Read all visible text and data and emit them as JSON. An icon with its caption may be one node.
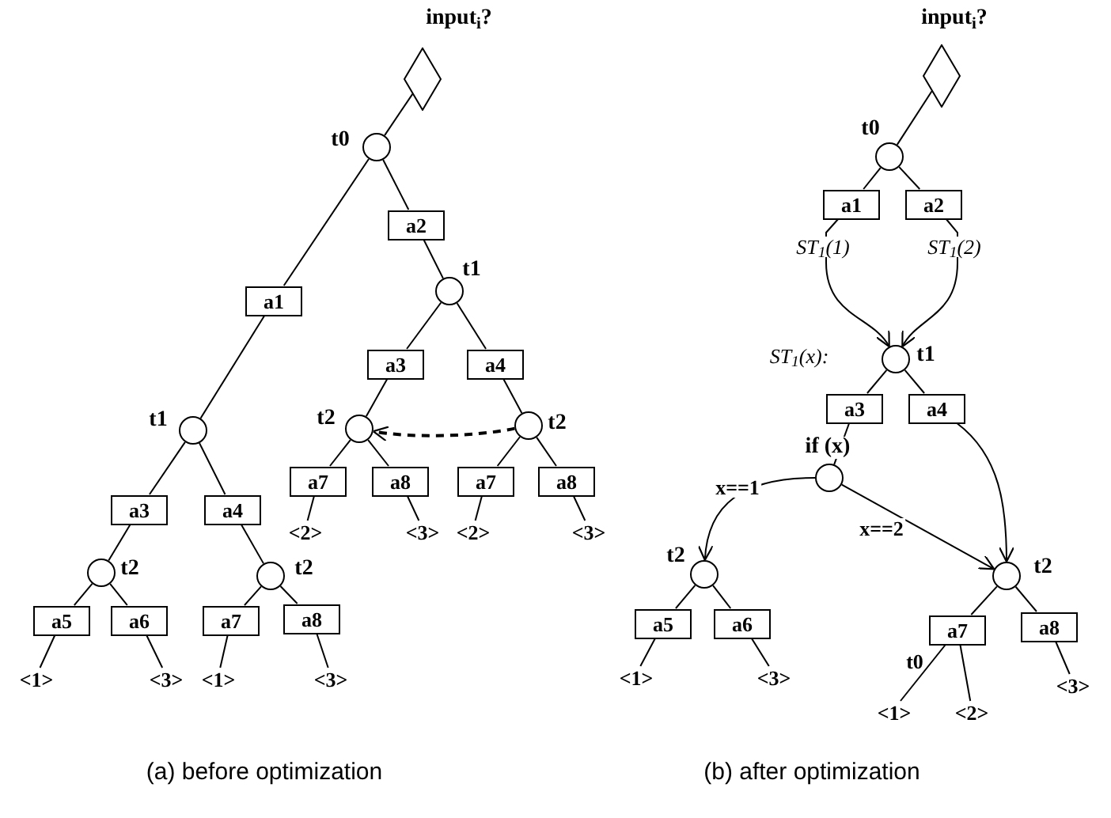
{
  "diagram": {
    "nodes": [
      {
        "text": [],
        "shape": "diamond",
        "beside": [
          "input$_{i}$?"
        ]
      },
      {
        "text": [],
        "shape": "circle",
        "beside": [
          "t0"
        ]
      },
      {
        "text": [
          "a2"
        ]
      },
      {
        "text": [
          "a1"
        ]
      },
      {
        "text": [],
        "shape": "circle",
        "beside": [
          "t1"
        ]
      },
      {
        "text": [
          "a3"
        ]
      },
      {
        "text": [
          "a4"
        ]
      },
      {
        "text": [],
        "shape": "circle",
        "beside": [
          "t1"
        ]
      },
      {
        "text": [],
        "shape": "circle",
        "beside": [
          "t2"
        ]
      },
      {
        "text": [],
        "shape": "circle",
        "beside": [
          "t2"
        ]
      },
      {
        "text": [
          "a7"
        ]
      },
      {
        "text": [
          "a8"
        ]
      },
      {
        "text": [
          "a7"
        ]
      },
      {
        "text": [
          "a8"
        ]
      },
      {
        "text": [
          "<2>"
        ]
      },
      {
        "text": [
          "<3>"
        ]
      },
      {
        "text": [
          "<2>"
        ]
      },
      {
        "text": [
          "<3>"
        ]
      },
      {
        "text": [
          "a3"
        ]
      },
      {
        "text": [
          "a4"
        ]
      },
      {
        "text": [],
        "shape": "circle",
        "beside": [
          "t2"
        ]
      },
      {
        "text": [],
        "shape": "circle",
        "beside": [
          "t2"
        ]
      },
      {
        "text": [
          "a5"
        ]
      },
      {
        "text": [
          "a6"
        ]
      },
      {
        "text": [
          "a7"
        ]
      },
      {
        "text": [
          "a8"
        ]
      },
      {
        "text": [
          "<1>"
        ]
      },
      {
        "text": [
          "<3>"
        ]
      },
      {
        "text": [
          "<1>"
        ]
      },
      {
        "text": [
          "<3>"
        ]
      },
      {
        "text": [],
        "shape": "diamond",
        "beside": [
          "input$_{i}$?"
        ]
      },
      {
        "text": [],
        "shape": "circle",
        "beside": [
          "t0"
        ]
      },
      {
        "text": [
          "a1"
        ]
      },
      {
        "text": [
          "a2"
        ]
      },
      {
        "text": [],
        "shape": "circle",
        "beside": [
          "t1"
        ]
      },
      {
        "text": [
          "a3"
        ]
      },
      {
        "text": [
          "a4"
        ]
      },
      {
        "text": [],
        "shape": "circle",
        "beside": [
          "if (x)"
        ]
      },
      {
        "text": [],
        "shape": "circle",
        "beside": [
          "t2"
        ]
      },
      {
        "text": [],
        "shape": "circle",
        "beside": [
          "t2"
        ]
      },
      {
        "text": [
          "a5"
        ]
      },
      {
        "text": [
          "a6"
        ]
      },
      {
        "text": [
          "a7"
        ]
      },
      {
        "text": [
          "a8"
        ]
      },
      {
        "text": [
          "<1>"
        ]
      },
      {
        "text": [
          "<3>"
        ]
      },
      {
        "text": [
          "<1>"
        ]
      },
      {
        "text": [
          "<2>"
        ]
      },
      {
        "text": [
          "<3>"
        ]
      }
    ],
    "edges": [
      {
        "from": 0,
        "to": 1,
        "arrow": "none"
      },
      {
        "from": 1,
        "to": 3,
        "arrow": "none"
      },
      {
        "from": 1,
        "to": 2,
        "arrow": "none"
      },
      {
        "from": 3,
        "to": 7,
        "arrow": "none"
      },
      {
        "from": 2,
        "to": 4,
        "arrow": "none"
      },
      {
        "from": 4,
        "to": 5,
        "arrow": "none"
      },
      {
        "from": 4,
        "to": 6,
        "arrow": "none"
      },
      {
        "from": 5,
        "to": 8,
        "arrow": "none"
      },
      {
        "from": 6,
        "to": 9,
        "arrow": "none"
      },
      {
        "from": 9,
        "to": 8,
        "arrow": "to",
        "style": "dashed"
      },
      {
        "from": 8,
        "to": 10,
        "arrow": "none"
      },
      {
        "from": 8,
        "to": 11,
        "arrow": "none"
      },
      {
        "from": 9,
        "to": 12,
        "arrow": "none"
      },
      {
        "from": 9,
        "to": 13,
        "arrow": "none"
      },
      {
        "from": 10,
        "to": 14,
        "arrow": "none"
      },
      {
        "from": 11,
        "to": 15,
        "arrow": "none"
      },
      {
        "from": 12,
        "to": 16,
        "arrow": "none"
      },
      {
        "from": 13,
        "to": 17,
        "arrow": "none"
      },
      {
        "from": 7,
        "to": 18,
        "arrow": "none"
      },
      {
        "from": 7,
        "to": 19,
        "arrow": "none"
      },
      {
        "from": 18,
        "to": 20,
        "arrow": "none"
      },
      {
        "from": 19,
        "to": 21,
        "arrow": "none"
      },
      {
        "from": 20,
        "to": 22,
        "arrow": "none"
      },
      {
        "from": 20,
        "to": 23,
        "arrow": "none"
      },
      {
        "from": 21,
        "to": 24,
        "arrow": "none"
      },
      {
        "from": 21,
        "to": 25,
        "arrow": "none"
      },
      {
        "from": 22,
        "to": 26,
        "arrow": "none"
      },
      {
        "from": 23,
        "to": 27,
        "arrow": "none"
      },
      {
        "from": 24,
        "to": 28,
        "arrow": "none"
      },
      {
        "from": 25,
        "to": 29,
        "arrow": "none"
      },
      {
        "from": 30,
        "to": 31,
        "arrow": "none"
      },
      {
        "from": 31,
        "to": 32,
        "arrow": "none"
      },
      {
        "from": 31,
        "to": 33,
        "arrow": "none"
      },
      {
        "from": 32,
        "to": 34,
        "arrow": "to",
        "label": "ST$_{1}$(1)"
      },
      {
        "from": 33,
        "to": 34,
        "arrow": "to",
        "label": "ST$_{1}$(2)"
      },
      {
        "from": 34,
        "to": 35,
        "arrow": "none"
      },
      {
        "from": 34,
        "to": 36,
        "arrow": "none"
      },
      {
        "from": 35,
        "to": 37,
        "arrow": "none"
      },
      {
        "from": 37,
        "to": 38,
        "arrow": "to",
        "label": "x==1"
      },
      {
        "from": 37,
        "to": 39,
        "arrow": "to",
        "label": "x==2"
      },
      {
        "from": 36,
        "to": 39,
        "arrow": "to"
      },
      {
        "from": 38,
        "to": 40,
        "arrow": "none"
      },
      {
        "from": 38,
        "to": 41,
        "arrow": "none"
      },
      {
        "from": 40,
        "to": 44,
        "arrow": "none"
      },
      {
        "from": 41,
        "to": 45,
        "arrow": "none"
      },
      {
        "from": 39,
        "to": 42,
        "arrow": "none"
      },
      {
        "from": 39,
        "to": 43,
        "arrow": "none"
      },
      {
        "from": 42,
        "to": 46,
        "arrow": "none"
      },
      {
        "from": 42,
        "to": 47,
        "arrow": "none"
      },
      {
        "from": 43,
        "to": 48,
        "arrow": "none"
      }
    ],
    "labels": [
      "ST$_{1}$(x):",
      "t0",
      "(a) before optimization",
      "(b) after optimization"
    ]
  }
}
